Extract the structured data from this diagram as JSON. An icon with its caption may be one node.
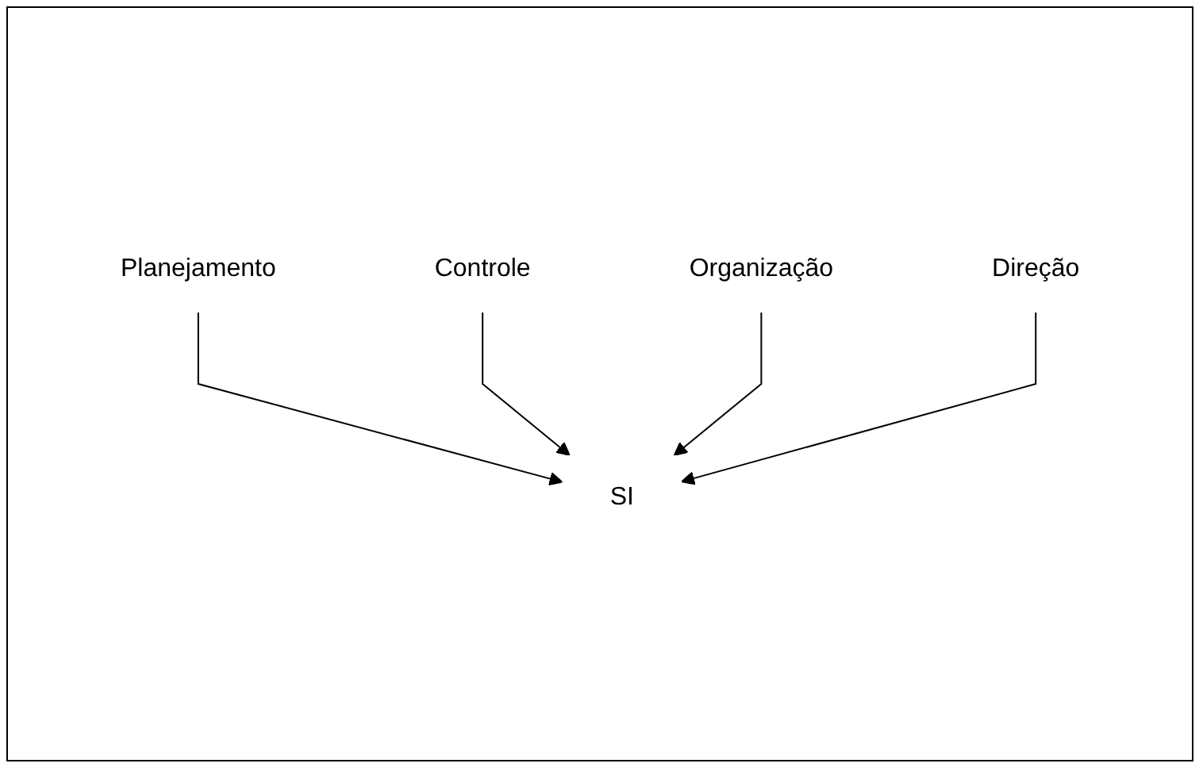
{
  "diagram": {
    "nodes": [
      {
        "text": [
          "Planejamento"
        ]
      },
      {
        "text": [
          "Controle"
        ]
      },
      {
        "text": [
          "SI"
        ]
      },
      {
        "text": [
          "Organização"
        ]
      },
      {
        "text": [
          "Direção"
        ]
      }
    ],
    "edges": [
      {
        "from": 0,
        "to": 2,
        "arrow": "to"
      },
      {
        "from": 1,
        "to": 2,
        "arrow": "to"
      },
      {
        "from": 3,
        "to": 2,
        "arrow": "to"
      },
      {
        "from": 4,
        "to": 2,
        "arrow": "to"
      }
    ]
  }
}
